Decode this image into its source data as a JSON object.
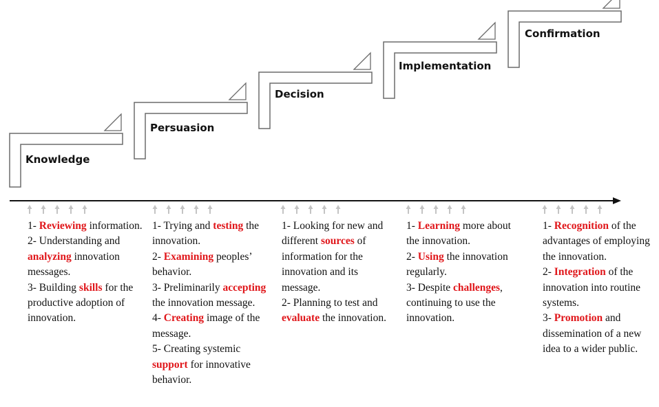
{
  "stages": [
    {
      "label": "Knowledge"
    },
    {
      "label": "Persuasion"
    },
    {
      "label": "Decision"
    },
    {
      "label": "Implementation"
    },
    {
      "label": "Confirmation"
    }
  ],
  "columns": [
    {
      "items": [
        {
          "parts": [
            {
              "t": "1- "
            },
            {
              "t": "Reviewing",
              "hl": true
            },
            {
              "t": " information."
            }
          ]
        },
        {
          "parts": [
            {
              "t": "2- Understanding and "
            },
            {
              "t": "analyzing",
              "hl": true
            },
            {
              "t": " innovation messages."
            }
          ]
        },
        {
          "parts": [
            {
              "t": "3- Building "
            },
            {
              "t": "skills",
              "hl": true
            },
            {
              "t": " for the productive adoption of innovation."
            }
          ]
        }
      ]
    },
    {
      "items": [
        {
          "parts": [
            {
              "t": "1- Trying and "
            },
            {
              "t": "testing",
              "hl": true
            },
            {
              "t": " the innovation."
            }
          ]
        },
        {
          "parts": [
            {
              "t": "2- "
            },
            {
              "t": "Examining",
              "hl": true
            },
            {
              "t": " peoples’ behavior."
            }
          ]
        },
        {
          "parts": [
            {
              "t": "3- Preliminarily "
            },
            {
              "t": "accepting",
              "hl": true
            },
            {
              "t": " the innovation message."
            }
          ]
        },
        {
          "parts": [
            {
              "t": "4- "
            },
            {
              "t": "Creating",
              "hl": true
            },
            {
              "t": " image of the message."
            }
          ]
        },
        {
          "parts": [
            {
              "t": "5- Creating systemic "
            },
            {
              "t": "support",
              "hl": true
            },
            {
              "t": " for innovative behavior."
            }
          ]
        }
      ]
    },
    {
      "items": [
        {
          "parts": [
            {
              "t": "1- Looking for new and different "
            },
            {
              "t": "sources",
              "hl": true
            },
            {
              "t": " of information for the innovation and its message."
            }
          ]
        },
        {
          "parts": [
            {
              "t": "2- Planning to test and "
            },
            {
              "t": "evaluate",
              "hl": true
            },
            {
              "t": " the innovation."
            }
          ]
        }
      ]
    },
    {
      "items": [
        {
          "parts": [
            {
              "t": "1- "
            },
            {
              "t": "Learning",
              "hl": true
            },
            {
              "t": " more about the innovation."
            }
          ]
        },
        {
          "parts": [
            {
              "t": "2- "
            },
            {
              "t": "Using",
              "hl": true
            },
            {
              "t": " the innovation regularly."
            }
          ]
        },
        {
          "parts": [
            {
              "t": "3- Despite "
            },
            {
              "t": "challenges",
              "hl": true
            },
            {
              "t": ", continuing to use the innovation."
            }
          ]
        }
      ]
    },
    {
      "items": [
        {
          "parts": [
            {
              "t": "1- "
            },
            {
              "t": "Recognition",
              "hl": true
            },
            {
              "t": " of the advantages of employing the innovation."
            }
          ]
        },
        {
          "parts": [
            {
              "t": "2- "
            },
            {
              "t": "Integration",
              "hl": true
            },
            {
              "t": " of the innovation into routine systems."
            }
          ]
        },
        {
          "parts": [
            {
              "t": "3- "
            },
            {
              "t": "Promotion",
              "hl": true
            },
            {
              "t": " and dissemination of a new idea to a wider public."
            }
          ]
        }
      ]
    }
  ],
  "colors": {
    "highlight": "#e0161a",
    "outline": "#6b6b6b",
    "arrow": "#c4c4c4",
    "axis": "#111111",
    "text": "#111111"
  }
}
